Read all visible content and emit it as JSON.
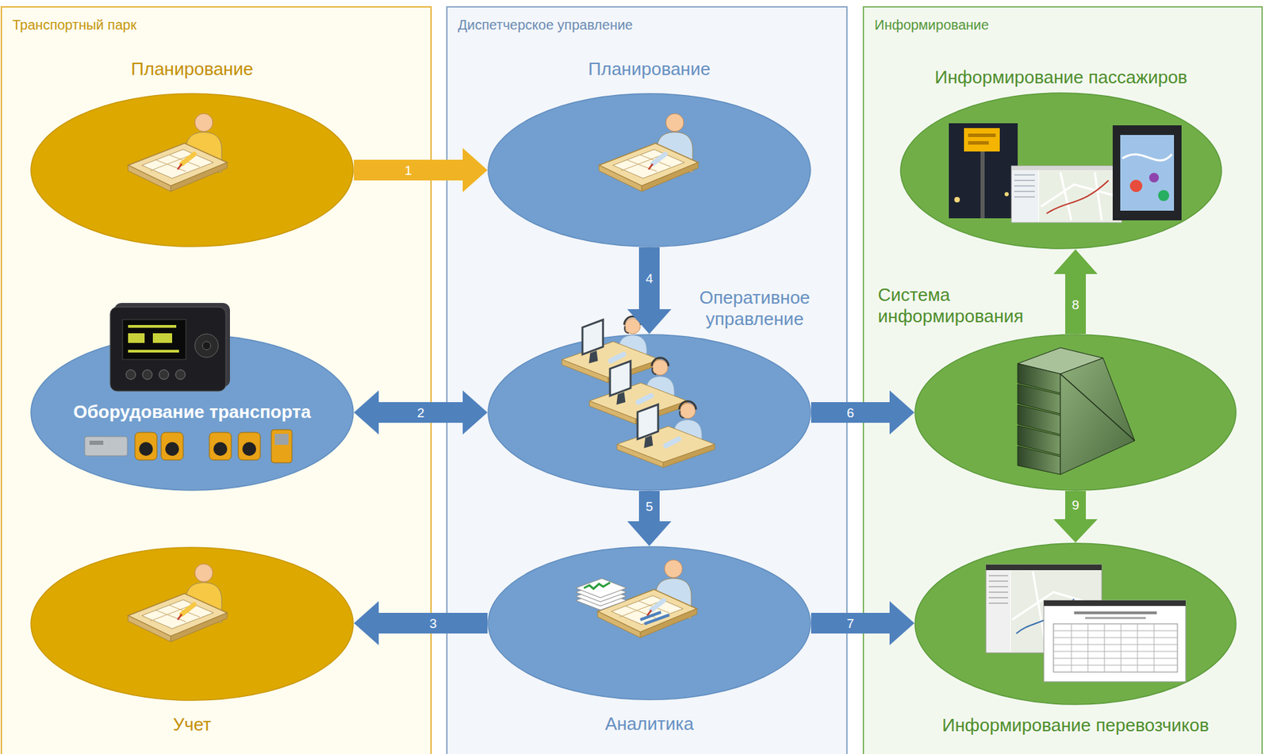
{
  "diagram": {
    "nodes": [
      {
        "text": [
          "Транспортный парк"
        ]
      },
      {
        "text": [
          "Планирование"
        ],
        "in": 0
      },
      {
        "text": [
          "Оборудование транспорта"
        ],
        "in": 0
      },
      {
        "text": [
          "Учет"
        ],
        "in": 0
      },
      {
        "text": [
          "Диспетчерское управление"
        ]
      },
      {
        "text": [
          "Планирование"
        ],
        "in": 4
      },
      {
        "text": [
          "Оперативное управление"
        ],
        "in": 4
      },
      {
        "text": [
          "Аналитика"
        ],
        "in": 4
      },
      {
        "text": [
          "Информирование"
        ]
      },
      {
        "text": [
          "Информирование пассажиров"
        ],
        "in": 8
      },
      {
        "text": [
          "Система информирования"
        ],
        "in": 8
      },
      {
        "text": [
          "Информирование перевозчиков"
        ],
        "in": 8
      }
    ],
    "edges": [
      {
        "from": 1,
        "to": 5,
        "label": "1",
        "arrow": "to"
      },
      {
        "from": 2,
        "to": 6,
        "label": "2",
        "arrow": "both"
      },
      {
        "from": 7,
        "to": 3,
        "label": "3",
        "arrow": "to"
      },
      {
        "from": 5,
        "to": 6,
        "label": "4",
        "arrow": "to"
      },
      {
        "from": 6,
        "to": 7,
        "label": "5",
        "arrow": "to"
      },
      {
        "from": 6,
        "to": 10,
        "label": "6",
        "arrow": "to"
      },
      {
        "from": 7,
        "to": 11,
        "label": "7",
        "arrow": "to"
      },
      {
        "from": 10,
        "to": 9,
        "label": "8",
        "arrow": "to"
      },
      {
        "from": 10,
        "to": 11,
        "label": "9",
        "arrow": "to"
      }
    ]
  }
}
